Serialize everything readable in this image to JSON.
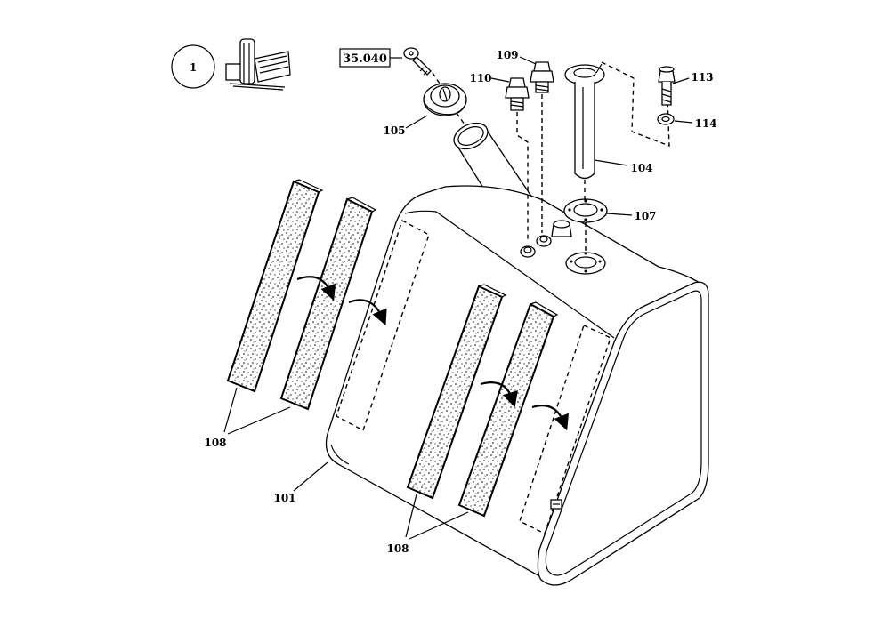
{
  "diagram": {
    "reference_box": "35.040",
    "circle_label": "1",
    "labels": {
      "p101": "101",
      "p104": "104",
      "p105": "105",
      "p107": "107",
      "p108a": "108",
      "p108b": "108",
      "p109": "109",
      "p110": "110",
      "p113": "113",
      "p114": "114"
    }
  }
}
